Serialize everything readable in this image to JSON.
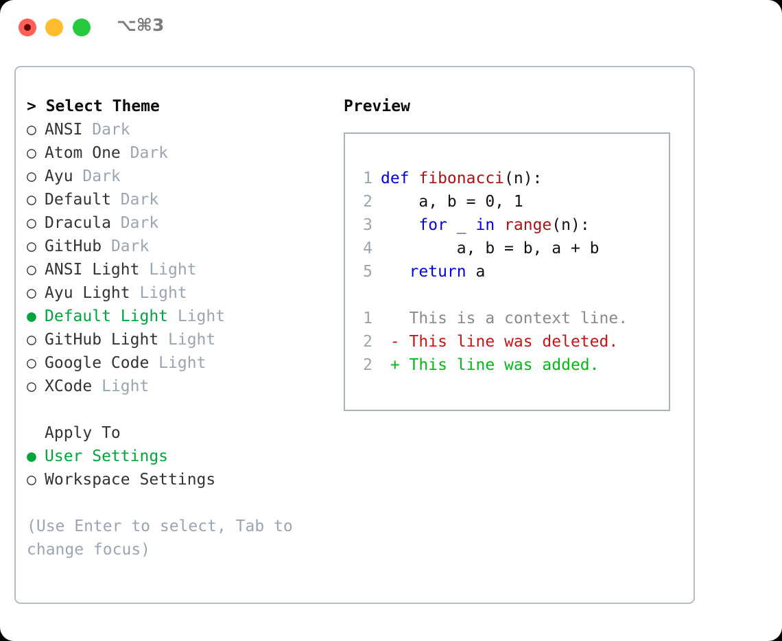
{
  "titlebar": {
    "shortcut": "⌥⌘3",
    "buttons": [
      {
        "name": "close",
        "color": "#ff5f56"
      },
      {
        "name": "minimize",
        "color": "#ffbd2e"
      },
      {
        "name": "maximize",
        "color": "#27c93f"
      }
    ]
  },
  "theme_list": {
    "heading": "> Select Theme",
    "items": [
      {
        "marker": "○",
        "label": "ANSI",
        "suffix": "Dark",
        "selected": false
      },
      {
        "marker": "○",
        "label": "Atom One",
        "suffix": "Dark",
        "selected": false
      },
      {
        "marker": "○",
        "label": "Ayu",
        "suffix": "Dark",
        "selected": false
      },
      {
        "marker": "○",
        "label": "Default",
        "suffix": "Dark",
        "selected": false
      },
      {
        "marker": "○",
        "label": "Dracula",
        "suffix": "Dark",
        "selected": false
      },
      {
        "marker": "○",
        "label": "GitHub",
        "suffix": "Dark",
        "selected": false
      },
      {
        "marker": "○",
        "label": "ANSI Light",
        "suffix": "Light",
        "selected": false
      },
      {
        "marker": "○",
        "label": "Ayu Light",
        "suffix": "Light",
        "selected": false
      },
      {
        "marker": "●",
        "label": "Default Light",
        "suffix": "Light",
        "selected": true
      },
      {
        "marker": "○",
        "label": "GitHub Light",
        "suffix": "Light",
        "selected": false
      },
      {
        "marker": "○",
        "label": "Google Code",
        "suffix": "Light",
        "selected": false
      },
      {
        "marker": "○",
        "label": "XCode",
        "suffix": "Light",
        "selected": false
      }
    ]
  },
  "apply_to": {
    "heading": "Apply To",
    "items": [
      {
        "marker": "●",
        "label": "User Settings",
        "selected": true
      },
      {
        "marker": "○",
        "label": "Workspace Settings",
        "selected": false
      }
    ]
  },
  "hint": "(Use Enter to select, Tab to change focus)",
  "preview": {
    "heading": "Preview",
    "code_lines": [
      {
        "num": "1",
        "tokens": [
          {
            "t": "def ",
            "c": "kw"
          },
          {
            "t": "fibonacci",
            "c": "fn"
          },
          {
            "t": "(n):",
            "c": "pl"
          }
        ]
      },
      {
        "num": "2",
        "tokens": [
          {
            "t": "    a, b = 0, 1",
            "c": "pl"
          }
        ]
      },
      {
        "num": "3",
        "tokens": [
          {
            "t": "    ",
            "c": "pl"
          },
          {
            "t": "for",
            "c": "kw"
          },
          {
            "t": " _ ",
            "c": "pl"
          },
          {
            "t": "in",
            "c": "kw"
          },
          {
            "t": " ",
            "c": "pl"
          },
          {
            "t": "range",
            "c": "fn"
          },
          {
            "t": "(n):",
            "c": "pl"
          }
        ]
      },
      {
        "num": "4",
        "tokens": [
          {
            "t": "        a, b = b, a + b",
            "c": "pl"
          }
        ]
      },
      {
        "num": "5",
        "tokens": [
          {
            "t": "   ",
            "c": "pl"
          },
          {
            "t": "return",
            "c": "kw"
          },
          {
            "t": " a",
            "c": "pl"
          }
        ]
      }
    ],
    "diff_lines": [
      {
        "num": "1",
        "sign": " ",
        "text": " This is a context line.",
        "kind": "ctx"
      },
      {
        "num": "2",
        "sign": "-",
        "text": " This line was deleted.",
        "kind": "del"
      },
      {
        "num": "2",
        "sign": "+",
        "text": " This line was added.",
        "kind": "add"
      }
    ]
  },
  "colors": {
    "accent_green": "#00a63c",
    "muted_grey": "#9aa5b1",
    "keyword_blue": "#0000e0",
    "function_red": "#a81414",
    "diff_added": "#00b915",
    "diff_deleted": "#cc1212",
    "border": "#b3bcc7"
  }
}
